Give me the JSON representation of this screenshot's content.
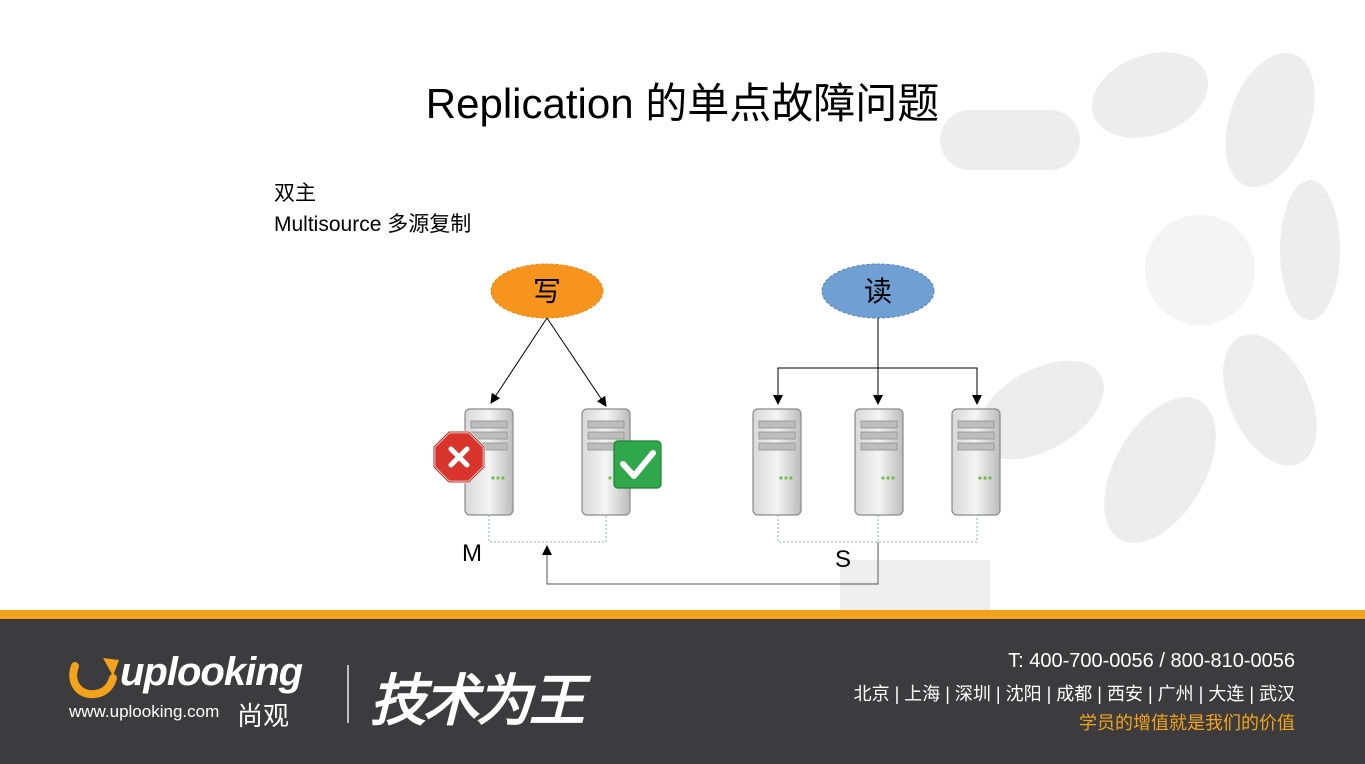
{
  "slide": {
    "title": "Replication 的单点故障问题",
    "subtitle_line1": "双主",
    "subtitle_line2": "Multisource  多源复制"
  },
  "diagram": {
    "write_label": "写",
    "read_label": "读",
    "master_group_label": "M",
    "slave_group_label": "S",
    "write_color": "#f7941d",
    "read_color": "#6f9fd3",
    "failed_icon": "error-x-octagon-icon",
    "ok_icon": "green-check-icon"
  },
  "footer": {
    "brand": "uplooking",
    "url": "www.uplooking.com",
    "brand_cn": "尚观",
    "slogan": "技术为王",
    "phone": "T: 400-700-0056 / 800-810-0056",
    "cities": "北京 | 上海 | 深圳 | 沈阳 | 成都 | 西安 | 广州 | 大连 | 武汉",
    "motto": "学员的增值就是我们的价值",
    "accent_color": "#f2a31b"
  }
}
